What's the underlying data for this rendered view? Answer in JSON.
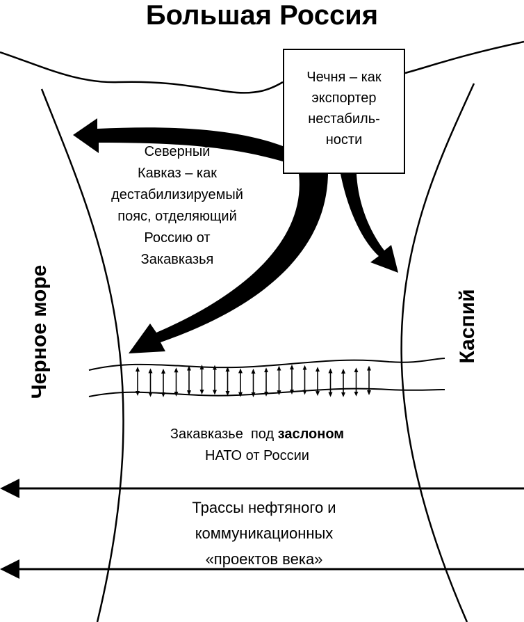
{
  "title": "Большая Россия",
  "chechnya_box": {
    "lines": [
      "Чечня – как",
      "экспортер",
      "нестабиль-",
      "ности"
    ]
  },
  "north_caucasus": {
    "lines": [
      "Северный",
      "Кавказ – как",
      "дестабилизируемый",
      "пояс, отделяющий",
      "Россию от",
      "Закавказья"
    ]
  },
  "transcaucasia": {
    "line1_prefix": "Закавказье  под ",
    "line1_bold": "заслоном",
    "line2": "НАТО от России"
  },
  "routes": {
    "lines": [
      "Трассы нефтяного и",
      "коммуникационных",
      "«проектов века»"
    ]
  },
  "black_sea": "Черное море",
  "caspian": "Каспий"
}
